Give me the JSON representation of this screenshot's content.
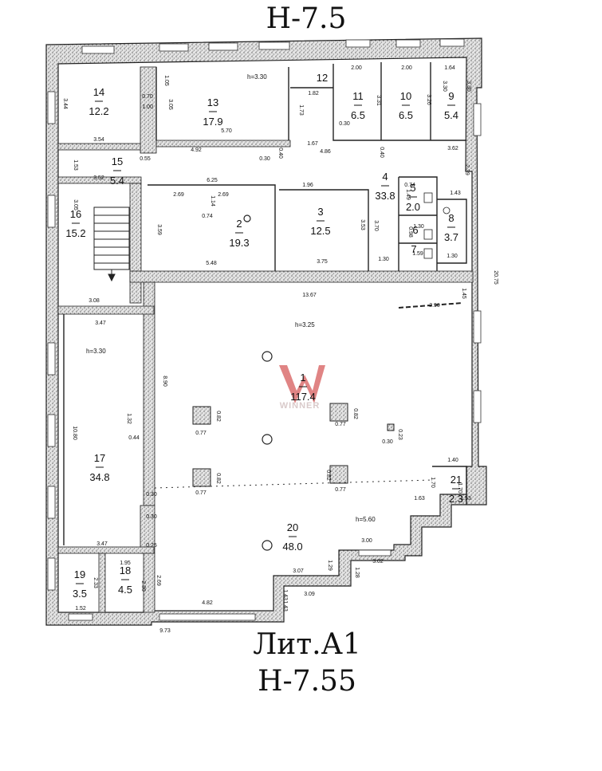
{
  "header": {
    "top_code": "Н-7.5",
    "lit": "Лит.А1",
    "bottom_code": "Н-7.55"
  },
  "watermark": "WINNER",
  "heights": [
    "h=3.30",
    "h=3.25",
    "h=3.30",
    "h=5.60"
  ],
  "rooms": [
    {
      "num": "1",
      "area": "117.4"
    },
    {
      "num": "2",
      "area": "19.3"
    },
    {
      "num": "3",
      "area": "12.5"
    },
    {
      "num": "4",
      "area": "33.8"
    },
    {
      "num": "5",
      "area": "2.0"
    },
    {
      "num": "6",
      "area": ""
    },
    {
      "num": "7",
      "area": ""
    },
    {
      "num": "8",
      "area": "3.7"
    },
    {
      "num": "9",
      "area": "5.4"
    },
    {
      "num": "10",
      "area": "6.5"
    },
    {
      "num": "11",
      "area": "6.5"
    },
    {
      "num": "12",
      "area": ""
    },
    {
      "num": "13",
      "area": "17.9"
    },
    {
      "num": "14",
      "area": "12.2"
    },
    {
      "num": "15",
      "area": "5.4"
    },
    {
      "num": "16",
      "area": "15.2"
    },
    {
      "num": "17",
      "area": "34.8"
    },
    {
      "num": "18",
      "area": "4.5"
    },
    {
      "num": "19",
      "area": "3.5"
    },
    {
      "num": "20",
      "area": "48.0"
    },
    {
      "num": "21",
      "area": "2.3"
    }
  ],
  "dims": [
    "3.44",
    "0.70",
    "1.00",
    "1.05",
    "3.05",
    "3.30",
    "1.73",
    "1.82",
    "2.00",
    "2.00",
    "1.64",
    "3.31",
    "3.26",
    "3.30",
    "0.30",
    "3.54",
    "5.70",
    "4.92",
    "0.30",
    "0.40",
    "1.67",
    "4.86",
    "0.40",
    "3.62",
    "0.55",
    "1.53",
    "3.52",
    "6.25",
    "2.69",
    "2.69",
    "1.14",
    "0.74",
    "1.96",
    "0.74",
    "1.43",
    "1.49",
    "2.39",
    "3.05",
    "3.59",
    "3.53",
    "3.70",
    "0.98",
    "1.30",
    "1.59",
    "1.30",
    "5.48",
    "3.75",
    "1.30",
    "3.08",
    "13.67",
    "1.45",
    "2.90",
    "20.75",
    "3.47",
    "8.90",
    "1.32",
    "0.44",
    "10.80",
    "0.82",
    "0.77",
    "0.77",
    "0.82",
    "0.30",
    "0.23",
    "0.82",
    "0.77",
    "0.77",
    "0.82",
    "1.40",
    "1.70",
    "1.63",
    "1.53",
    "1.70",
    "0.30",
    "0.30",
    "0.25",
    "3.47",
    "3.00",
    "3.02",
    "1.29",
    "1.28",
    "3.07",
    "1.95",
    "2.69",
    "2.30",
    "2.33",
    "1.43",
    "3.09",
    "1.43",
    "1.52",
    "4.82",
    "9.73"
  ]
}
